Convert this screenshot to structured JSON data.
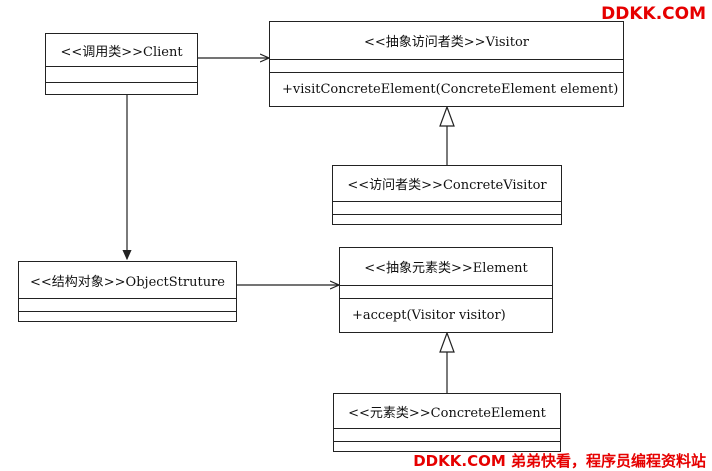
{
  "classes": {
    "client": {
      "name": "<<调用类>>Client",
      "operation": ""
    },
    "visitor": {
      "name": "<<抽象访问者类>>Visitor",
      "operation": "+visitConcreteElement(ConcreteElement element)"
    },
    "concrete_visitor": {
      "name": "<<访问者类>>ConcreteVisitor",
      "operation": ""
    },
    "object_structure": {
      "name": "<<结构对象>>ObjectStruture",
      "operation": ""
    },
    "element": {
      "name": "<<抽象元素类>>Element",
      "operation": "+accept(Visitor visitor)"
    },
    "concrete_element": {
      "name": "<<元素类>>ConcreteElement",
      "operation": ""
    }
  },
  "watermark": {
    "top": "DDKK.COM",
    "bottom": "DDKK.COM 弟弟快看，程序员编程资料站"
  },
  "colors": {
    "watermark": "#e60000",
    "lines": "#222222"
  }
}
